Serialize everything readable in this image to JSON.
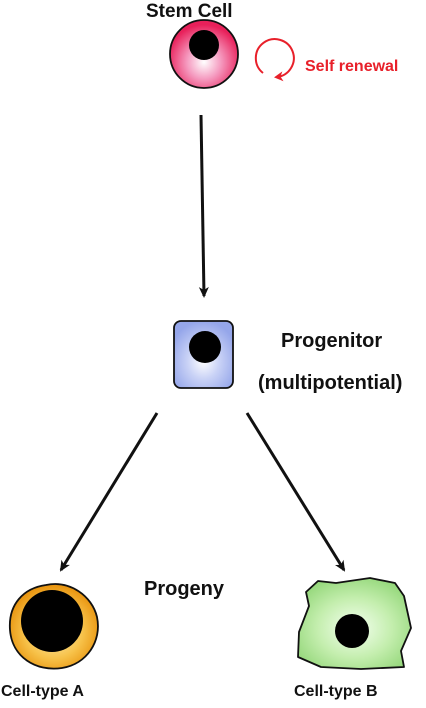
{
  "labels": {
    "stem_cell": "Stem Cell",
    "self_renewal": "Self renewal",
    "progenitor": "Progenitor",
    "multipotential": "(multipotential)",
    "progeny": "Progeny",
    "cell_type_a": "Cell-type A",
    "cell_type_b": "Cell-type B"
  },
  "colors": {
    "stem_cell": "#e8205a",
    "self_renewal": "#e8202a",
    "progenitor": "#a6b4ee",
    "cell_type_a": "#f0a020",
    "cell_type_b": "#a8e090",
    "nucleus": "#000000",
    "arrow": "#111111"
  }
}
